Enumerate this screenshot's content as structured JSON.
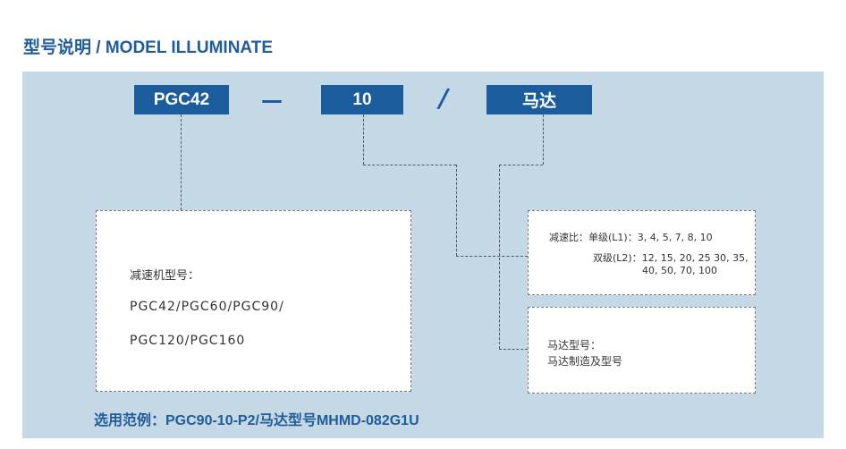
{
  "title": "型号说明 / MODEL ILLUMINATE",
  "header": {
    "box1": "PGC42",
    "dash": "—",
    "box2": "10",
    "slash": "/",
    "box3": "马达"
  },
  "reducer": {
    "heading": "减速机型号：",
    "line1": "PGC42/PGC60/PGC90/",
    "line2": "PGC120/PGC160"
  },
  "ratio": {
    "line1": "减速比：单级(L1)：3, 4, 5, 7, 8, 10",
    "line2": "双级(L2)：12, 15, 20, 25  30, 35,",
    "line3": "40, 50, 70, 100"
  },
  "motor": {
    "line1": "马达型号：",
    "line2": "马达制造及型号"
  },
  "example": "选用范例：PGC90-10-P2/马达型号MHMD-082G1U"
}
